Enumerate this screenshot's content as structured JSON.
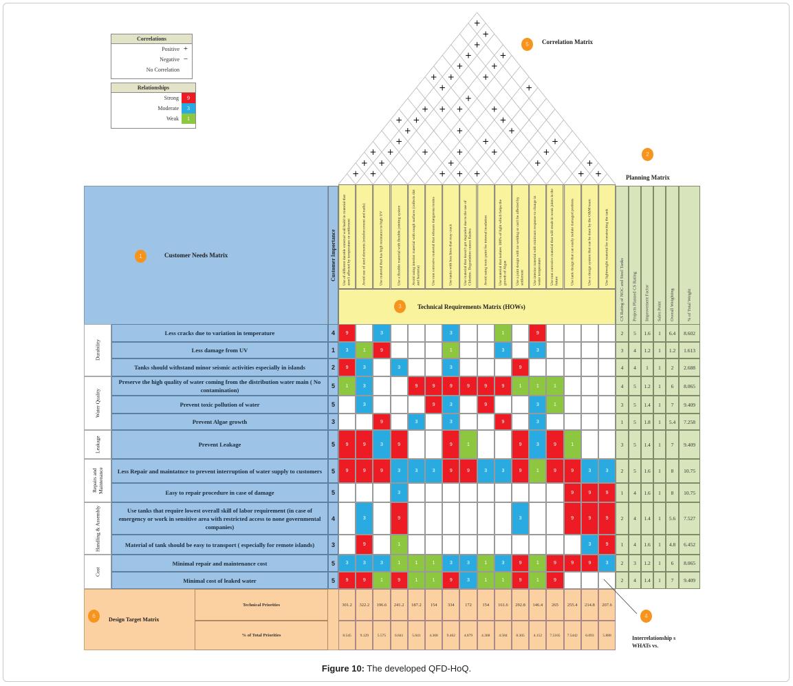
{
  "caption": {
    "label": "Figure 10:",
    "text": "The developed QFD-HoQ."
  },
  "legend_correlations": {
    "title": "Correlations",
    "items": [
      {
        "label": "Positive",
        "symbol": "+"
      },
      {
        "label": "Negative",
        "symbol": "−"
      },
      {
        "label": "No Correlation",
        "symbol": ""
      }
    ]
  },
  "legend_relationships": {
    "title": "Relationships",
    "items": [
      {
        "label": "Strong",
        "value": "9",
        "color": "#ed1c24"
      },
      {
        "label": "Moderate",
        "value": "3",
        "color": "#29abe2"
      },
      {
        "label": "Weak",
        "value": "1",
        "color": "#8dc63f"
      }
    ]
  },
  "sections": {
    "customer_needs": {
      "num": "1",
      "title": "Customer Needs Matrix"
    },
    "planning": {
      "num": "2",
      "title": "Planning Matrix"
    },
    "technical": {
      "num": "3",
      "title": "Technical Requirements Matrix (HOWs)"
    },
    "interrelationship": {
      "num": "4",
      "title": "Interrelationship s WHATs vs."
    },
    "correlation": {
      "num": "5",
      "title": "Correlation Matrix"
    },
    "design_target": {
      "num": "6",
      "title": "Design Target Matrix"
    }
  },
  "importance_header": "Customer Importance",
  "technical_requirements": [
    "Use of different durable external wall build in material that aren't affected by temperature or settlement",
    "Avoid use of steel elements (reinforcement and nails)",
    "Use material that has high resistance to high UV",
    "Use a flexible material with flexible jointing system",
    "Avoid using interior material with rough surfaces (collects dirt and bacteria)",
    "Use non corrosive material that releases dangerous toxins",
    "Use tanks with less lines that may crack",
    "Use material that doesn't get degraded due to the use of Chlorine. Degradation causes flashes",
    "Avoid using toxic paint for internal insulation",
    "Use material that isolates 100% of light which helps the growth of Algae",
    "Use a joint design with no welding or can't be affected by settlement",
    "Use interior material with minimum response to change in water temperature",
    "Use non corrosive material that will result in weak joints in the future",
    "Use tank design that can easily isolate damaged portions",
    "Use a design system that can be done by the O&M team",
    "Use lightweight material for constructing the tank"
  ],
  "planning_headers": [
    "CS Rating of NOC and Steel Tanks",
    "Projects Planned CS Rating",
    "Improvement Factor",
    "Sales Point",
    "Overall Weighting",
    "% of Total Weight"
  ],
  "categories": [
    {
      "label": "Durability",
      "rows": 3
    },
    {
      "label": "Water Quality",
      "rows": 3
    },
    {
      "label": "Leakage",
      "rows": 1
    },
    {
      "label": "Repairs and Maintenance",
      "rows": 2
    },
    {
      "label": "Handling & Assembly",
      "rows": 2
    },
    {
      "label": "Cost",
      "rows": 2
    }
  ],
  "needs": [
    {
      "text": "Less cracks due to variation in temperature",
      "importance": "4",
      "relationships": [
        9,
        null,
        3,
        null,
        null,
        null,
        3,
        null,
        null,
        1,
        null,
        9,
        null,
        null,
        null,
        null
      ],
      "planning": [
        "2",
        "5",
        "1.6",
        "1",
        "6.4",
        "8.602"
      ]
    },
    {
      "text": "Less damage from UV",
      "importance": "1",
      "relationships": [
        3,
        1,
        9,
        null,
        null,
        null,
        1,
        null,
        null,
        3,
        null,
        3,
        null,
        null,
        null,
        null
      ],
      "planning": [
        "3",
        "4",
        "1.2",
        "1",
        "1.2",
        "1.613"
      ]
    },
    {
      "text": "Tanks should withstand minor seismic activities especially in islands",
      "importance": "2",
      "relationships": [
        9,
        3,
        null,
        3,
        null,
        null,
        3,
        null,
        null,
        null,
        9,
        null,
        null,
        null,
        null,
        null
      ],
      "planning": [
        "4",
        "4",
        "1",
        "1",
        "2",
        "2.688"
      ]
    },
    {
      "text": "Preserve the high quality of water coming from the distribution water main ( No contamination)",
      "importance": "5",
      "relationships": [
        1,
        3,
        null,
        null,
        9,
        9,
        9,
        9,
        9,
        9,
        1,
        1,
        1,
        null,
        null,
        null
      ],
      "planning": [
        "4",
        "5",
        "1.2",
        "1",
        "6",
        "8.065"
      ]
    },
    {
      "text": "Prevent toxic pollution of water",
      "importance": "5",
      "relationships": [
        null,
        3,
        null,
        null,
        null,
        9,
        3,
        null,
        9,
        null,
        null,
        3,
        1,
        null,
        null,
        null
      ],
      "planning": [
        "3",
        "5",
        "1.4",
        "1",
        "7",
        "9.409"
      ]
    },
    {
      "text": "Prevent Algae growth",
      "importance": "3",
      "relationships": [
        null,
        null,
        9,
        null,
        3,
        null,
        3,
        null,
        null,
        9,
        null,
        3,
        null,
        null,
        null,
        null
      ],
      "planning": [
        "1",
        "5",
        "1.8",
        "1",
        "5.4",
        "7.258"
      ]
    },
    {
      "text": "Prevent Leakage",
      "importance": "5",
      "relationships": [
        9,
        9,
        3,
        9,
        null,
        null,
        9,
        1,
        null,
        null,
        9,
        3,
        9,
        1,
        null,
        null
      ],
      "planning": [
        "3",
        "5",
        "1.4",
        "1",
        "7",
        "9.409"
      ]
    },
    {
      "text": "Less Repair and maintatnce to prevent interruption of water supply to customers",
      "importance": "5",
      "relationships": [
        9,
        9,
        9,
        3,
        3,
        3,
        9,
        9,
        3,
        3,
        9,
        1,
        9,
        9,
        3,
        3
      ],
      "planning": [
        "2",
        "5",
        "1.6",
        "1",
        "8",
        "10.75"
      ]
    },
    {
      "text": "Easy to repair procedure in case of damage",
      "importance": "5",
      "relationships": [
        null,
        null,
        null,
        3,
        null,
        null,
        null,
        null,
        null,
        null,
        null,
        null,
        null,
        9,
        9,
        9
      ],
      "planning": [
        "1",
        "4",
        "1.6",
        "1",
        "8",
        "10.75"
      ]
    },
    {
      "text": "Use tanks that require lowest overall skill of labor requirement (in case of emergency or work in sensitive area with restricted access to none governmental companies)",
      "importance": "4",
      "relationships": [
        null,
        3,
        null,
        9,
        null,
        null,
        null,
        null,
        null,
        null,
        3,
        null,
        null,
        9,
        9,
        9
      ],
      "planning": [
        "2",
        "4",
        "1.4",
        "1",
        "5.6",
        "7.527"
      ]
    },
    {
      "text": "Material of tank should be easy to transport ( especially for remote islands)",
      "importance": "3",
      "relationships": [
        null,
        9,
        null,
        1,
        null,
        null,
        null,
        null,
        null,
        null,
        null,
        null,
        null,
        null,
        3,
        9
      ],
      "planning": [
        "1",
        "4",
        "1.6",
        "1",
        "4.8",
        "6.452"
      ]
    },
    {
      "text": "Minimal repair and maintenance cost",
      "importance": "5",
      "relationships": [
        3,
        3,
        3,
        1,
        1,
        1,
        3,
        3,
        1,
        3,
        9,
        1,
        9,
        9,
        9,
        3
      ],
      "planning": [
        "2",
        "3",
        "1.2",
        "1",
        "6",
        "8.065"
      ]
    },
    {
      "text": "Minimal cost of leaked water",
      "importance": "5",
      "relationships": [
        9,
        9,
        1,
        9,
        1,
        1,
        9,
        3,
        1,
        1,
        9,
        1,
        9,
        null,
        null,
        null
      ],
      "planning": [
        "2",
        "4",
        "1.4",
        "1",
        "7",
        "9.409"
      ]
    }
  ],
  "correlations": [
    [
      1,
      16
    ],
    [
      2,
      16
    ],
    [
      2,
      15
    ],
    [
      2,
      14
    ],
    [
      4,
      16
    ],
    [
      2,
      13
    ],
    [
      4,
      15
    ],
    [
      1,
      11
    ],
    [
      2,
      12
    ],
    [
      4,
      14
    ],
    [
      2,
      11
    ],
    [
      7,
      16
    ],
    [
      4,
      12
    ],
    [
      2,
      9
    ],
    [
      3,
      10
    ],
    [
      4,
      11
    ],
    [
      6,
      13
    ],
    [
      1,
      7
    ],
    [
      2,
      8
    ],
    [
      7,
      13
    ],
    [
      2,
      7
    ],
    [
      5,
      10
    ],
    [
      8,
      13
    ],
    [
      2,
      6
    ],
    [
      7,
      11
    ],
    [
      11,
      15
    ],
    [
      1,
      4
    ],
    [
      2,
      5
    ],
    [
      4,
      7
    ],
    [
      6,
      9
    ],
    [
      8,
      11
    ],
    [
      11,
      14
    ],
    [
      1,
      3
    ],
    [
      2,
      4
    ],
    [
      6,
      8
    ],
    [
      11,
      13
    ],
    [
      14,
      16
    ],
    [
      1,
      2
    ],
    [
      2,
      3
    ],
    [
      6,
      7
    ],
    [
      7,
      8
    ],
    [
      8,
      9
    ],
    [
      14,
      15
    ],
    [
      15,
      16
    ]
  ],
  "correlation_symbol": "+",
  "technical_priorities_label": "Technical Priorities",
  "technical_priorities": [
    "301.2",
    "322.2",
    "196.6",
    "241.2",
    "187.2",
    "154",
    "334",
    "172",
    "154",
    "161.6",
    "292.8",
    "146.4",
    "265",
    "255.4",
    "214.8",
    "207.6"
  ],
  "percent_label": "% of Total Priorities",
  "percent_priorities": [
    "8.545",
    "9.129",
    "5.575",
    "6.841",
    "5.041",
    "4.368",
    "9.462",
    "4.879",
    "4.368",
    "4.584",
    "8.305",
    "4.152",
    "7.5165",
    "7.5442",
    "6.093",
    "5.888"
  ],
  "colors": {
    "strong": "#ed1c24",
    "moderate": "#29abe2",
    "weak": "#8dc63f",
    "accent": "#f7941d"
  }
}
